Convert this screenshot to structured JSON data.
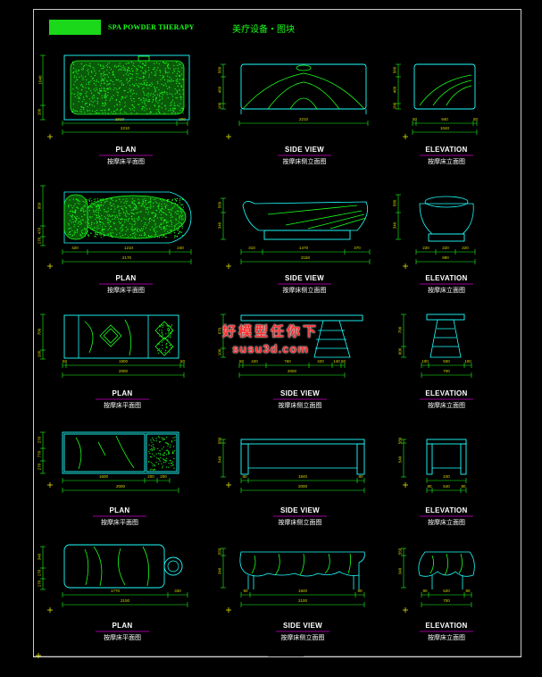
{
  "header": {
    "title_en": "SPA POWDER THERAPY",
    "title_cn": "美疗设备・图块"
  },
  "rows": [
    {
      "views": [
        {
          "label": "PLAN",
          "cn": "按摩床平面图",
          "dims_h": [
            "1910",
            "200",
            "2210"
          ],
          "dims_v": [
            "1040",
            "100"
          ]
        },
        {
          "label": "SIDE VIEW",
          "cn": "按摩床侧立面图",
          "dims_h": [
            "2210"
          ],
          "dims_v": [
            "560",
            "460",
            "100"
          ]
        },
        {
          "label": "ELEVATION",
          "cn": "按摩床立面图",
          "dims_h": [
            "50",
            "940",
            "50",
            "1040"
          ],
          "dims_v": [
            "560",
            "460",
            "100"
          ]
        }
      ]
    },
    {
      "views": [
        {
          "label": "PLAN",
          "cn": "按摩床平面图",
          "dims_h": [
            "420",
            "1210",
            "240",
            "2170"
          ],
          "dims_v": [
            "950",
            "470",
            "170"
          ]
        },
        {
          "label": "SIDE VIEW",
          "cn": "按摩床侧立面图",
          "dims_h": [
            "310",
            "1470",
            "370",
            "2150"
          ],
          "dims_v": [
            "560",
            "340"
          ]
        },
        {
          "label": "ELEVATION",
          "cn": "按摩床立面图",
          "dims_h": [
            "220",
            "220",
            "220",
            "990"
          ],
          "dims_v": [
            "580",
            "340"
          ]
        }
      ]
    },
    {
      "views": [
        {
          "label": "PLAN",
          "cn": "按摩床平面图",
          "dims_h": [
            "50",
            "1900",
            "50",
            "2000"
          ],
          "dims_v": [
            "700",
            "100"
          ]
        },
        {
          "label": "SIDE VIEW",
          "cn": "按摩床侧立面图",
          "dims_h": [
            "50",
            "420",
            "760",
            "420",
            "140",
            "50",
            "2000"
          ],
          "dims_v": [
            "670",
            "100"
          ]
        },
        {
          "label": "ELEVATION",
          "cn": "按摩床立面图",
          "dims_h": [
            "100",
            "500",
            "100",
            "700"
          ],
          "dims_v": [
            "700",
            "600"
          ]
        }
      ]
    },
    {
      "views": [
        {
          "label": "PLAN",
          "cn": "按摩床平面图",
          "dims_h": [
            "1600",
            "200",
            "200",
            "2000"
          ],
          "dims_v": [
            "770",
            "270",
            "270"
          ]
        },
        {
          "label": "SIDE VIEW",
          "cn": "按摩床侧立面图",
          "dims_h": [
            "80",
            "1840",
            "80",
            "2000"
          ],
          "dims_v": [
            "580",
            "540"
          ]
        },
        {
          "label": "ELEVATION",
          "cn": "按摩床立面图",
          "dims_h": [
            "240",
            "80",
            "540",
            "80"
          ],
          "dims_v": [
            "580",
            "540"
          ]
        }
      ]
    },
    {
      "views": [
        {
          "label": "PLAN",
          "cn": "按摩床平面图",
          "dims_h": [
            "1770",
            "330",
            "2100"
          ],
          "dims_v": [
            "700",
            "340",
            "170",
            "170"
          ]
        },
        {
          "label": "SIDE VIEW",
          "cn": "按摩床侧立面图",
          "dims_h": [
            "90",
            "1920",
            "90",
            "2100"
          ],
          "dims_v": [
            "550",
            "340"
          ]
        },
        {
          "label": "ELEVATION",
          "cn": "按摩床立面图",
          "dims_h": [
            "90",
            "520",
            "90",
            "700"
          ],
          "dims_v": [
            "550",
            "340"
          ]
        }
      ]
    }
  ],
  "watermark": {
    "line1": "好模型任你下",
    "line2": "susu3d.com"
  },
  "colors": {
    "background": "#000000",
    "drawing_green": "#1bff1b",
    "drawing_cyan": "#1fffff",
    "dimension": "#d8d800",
    "text": "#ffffff",
    "underline": "#d000d0",
    "watermark": "#ff2b2b"
  }
}
